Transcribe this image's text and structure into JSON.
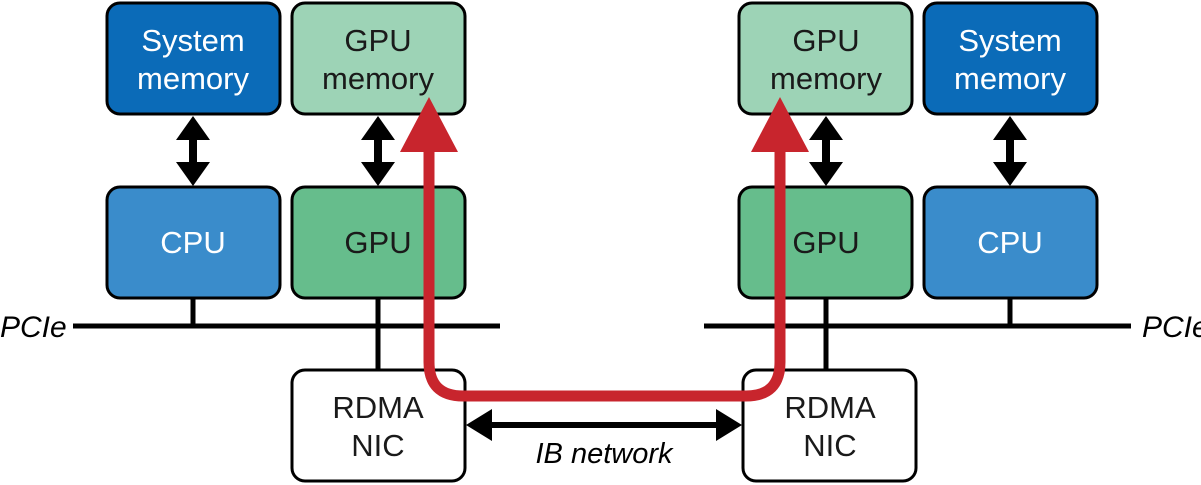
{
  "colors": {
    "system_memory": "#0b6bb8",
    "cpu": "#3a8ccb",
    "gpu_memory": "#9dd3b6",
    "gpu": "#66bd8c",
    "nic": "#ffffff",
    "path": "#c8252d",
    "line": "#000000"
  },
  "left_node": {
    "system_memory": {
      "line1": "System",
      "line2": "memory"
    },
    "gpu_memory": {
      "line1": "GPU",
      "line2": "memory"
    },
    "cpu": "CPU",
    "gpu": "GPU",
    "nic": {
      "line1": "RDMA",
      "line2": "NIC"
    },
    "bus": "PCIe"
  },
  "right_node": {
    "gpu_memory": {
      "line1": "GPU",
      "line2": "memory"
    },
    "system_memory": {
      "line1": "System",
      "line2": "memory"
    },
    "gpu": "GPU",
    "cpu": "CPU",
    "nic": {
      "line1": "RDMA",
      "line2": "NIC"
    },
    "bus": "PCIe"
  },
  "network": {
    "label": "IB network"
  }
}
